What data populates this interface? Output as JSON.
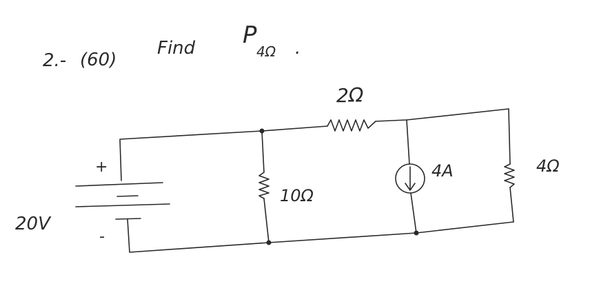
{
  "problem": {
    "number": "2.-",
    "points": "(60)",
    "find_word": "Find",
    "target_symbol": "P",
    "target_subscript": "4Ω",
    "period": "."
  },
  "circuit": {
    "source": {
      "label": "20V",
      "plus": "+",
      "minus": "-"
    },
    "r_series": {
      "label": "2Ω"
    },
    "r_shunt": {
      "label": "10Ω"
    },
    "current_source": {
      "label": "4A"
    },
    "r_load": {
      "label": "4Ω"
    }
  }
}
